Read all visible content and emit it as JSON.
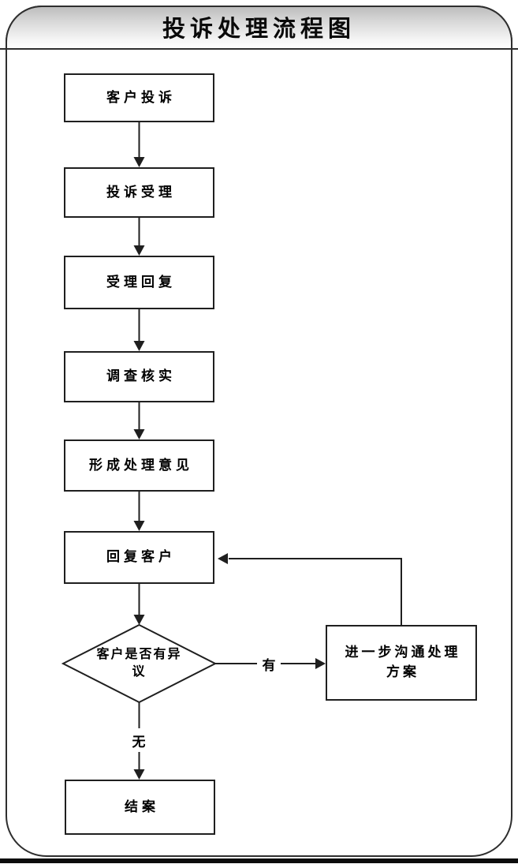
{
  "title": "投诉处理流程图",
  "flowchart": {
    "nodes": [
      {
        "id": "n1",
        "type": "process",
        "label": "客户投诉"
      },
      {
        "id": "n2",
        "type": "process",
        "label": "投诉受理"
      },
      {
        "id": "n3",
        "type": "process",
        "label": "受理回复"
      },
      {
        "id": "n4",
        "type": "process",
        "label": "调查核实"
      },
      {
        "id": "n5",
        "type": "process",
        "label": "形成处理意见"
      },
      {
        "id": "n6",
        "type": "process",
        "label": "回复客户"
      },
      {
        "id": "d1",
        "type": "decision",
        "label": "客户是否有异议",
        "line1": "客户是否有异",
        "line2": "议"
      },
      {
        "id": "n7",
        "type": "process",
        "label": "进一步沟通处理方案",
        "line1": "进一步沟通处理",
        "line2": "方案"
      },
      {
        "id": "n8",
        "type": "process",
        "label": "结案"
      }
    ],
    "edges": [
      {
        "from": "客户投诉",
        "to": "投诉受理"
      },
      {
        "from": "投诉受理",
        "to": "受理回复"
      },
      {
        "from": "受理回复",
        "to": "调查核实"
      },
      {
        "from": "调查核实",
        "to": "形成处理意见"
      },
      {
        "from": "形成处理意见",
        "to": "回复客户"
      },
      {
        "from": "回复客户",
        "to": "客户是否有异议"
      },
      {
        "from": "客户是否有异议",
        "to": "进一步沟通处理方案",
        "label": "有"
      },
      {
        "from": "客户是否有异议",
        "to": "结案",
        "label": "无"
      },
      {
        "from": "进一步沟通处理方案",
        "to": "回复客户"
      }
    ]
  },
  "colors": {
    "line": "#1f1f1f",
    "frame_border": "#2e2e2e",
    "banner_top": "#bdbdbd",
    "banner_bottom": "#ffffff",
    "background": "#ffffff"
  }
}
